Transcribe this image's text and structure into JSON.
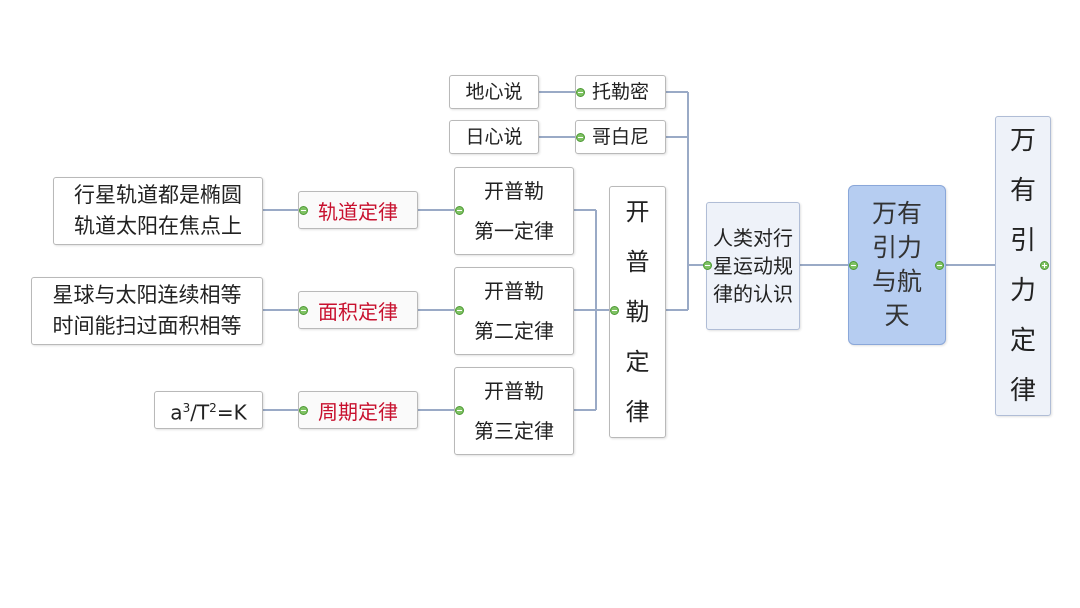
{
  "root": {
    "label": "万有引力定律"
  },
  "space": {
    "label": "万有引力与航天"
  },
  "human": {
    "label": "人类对行星运动规律的认识"
  },
  "geo": {
    "label": "地心说",
    "person": "托勒密"
  },
  "helio": {
    "label": "日心说",
    "person": "哥白尼"
  },
  "kepler": {
    "label": "开普勒定律",
    "laws": [
      {
        "title_line1": "开普勒",
        "title_line2": "第一定律",
        "law": "轨道定律",
        "desc_line1": "行星轨道都是椭圆",
        "desc_line2": "轨道太阳在焦点上"
      },
      {
        "title_line1": "开普勒",
        "title_line2": "第二定律",
        "law": "面积定律",
        "desc_line1": "星球与太阳连续相等",
        "desc_line2": "时间能扫过面积相等"
      },
      {
        "title_line1": "开普勒",
        "title_line2": "第三定律",
        "law": "周期定律"
      }
    ],
    "formula": {
      "a": "a",
      "exp3": "3",
      "slash_t": "/T",
      "exp2": "2",
      "eqk": "=K"
    }
  },
  "colors": {
    "connector": "#9aaac6",
    "law_text": "#c8102e",
    "highlight": "#b6cdf1",
    "knob": "#7fc263"
  }
}
